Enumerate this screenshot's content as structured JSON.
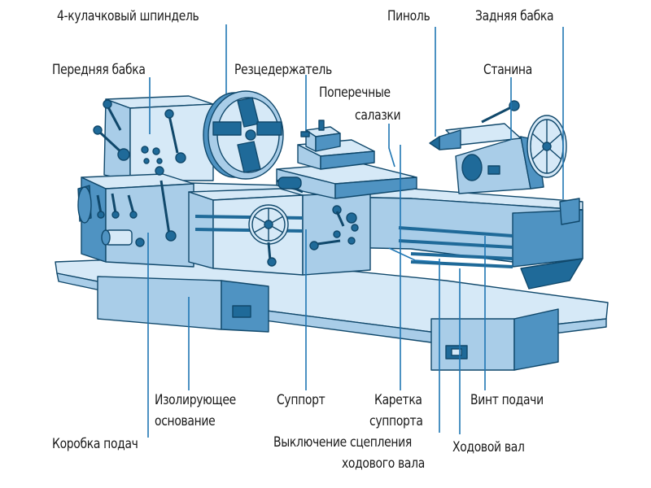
{
  "diagram": {
    "colors": {
      "outline": "#10486b",
      "dark": "#1f6a99",
      "mid": "#4f93c2",
      "light": "#a9cde8",
      "pale": "#d6e9f7",
      "leader": "#1f76b3"
    },
    "labels": {
      "spindle": "4-кулачковый шпиндель",
      "headstock": "Передняя бабка",
      "toolholder": "Резцедержатель",
      "cross_slide_1": "Поперечные",
      "cross_slide_2": "салазки",
      "quill": "Пиноль",
      "tailstock": "Задняя бабка",
      "bed": "Станина",
      "base_1": "Изолирующее",
      "base_2": "основание",
      "gearbox": "Коробка подач",
      "carriage_support": "Суппорт",
      "carriage_1": "Каретка",
      "carriage_2": "суппорта",
      "clutch_1": "Выключение сцепления",
      "clutch_2": "ходового вала",
      "lead_screw": "Винт подачи",
      "feed_shaft": "Ходовой вал"
    }
  }
}
